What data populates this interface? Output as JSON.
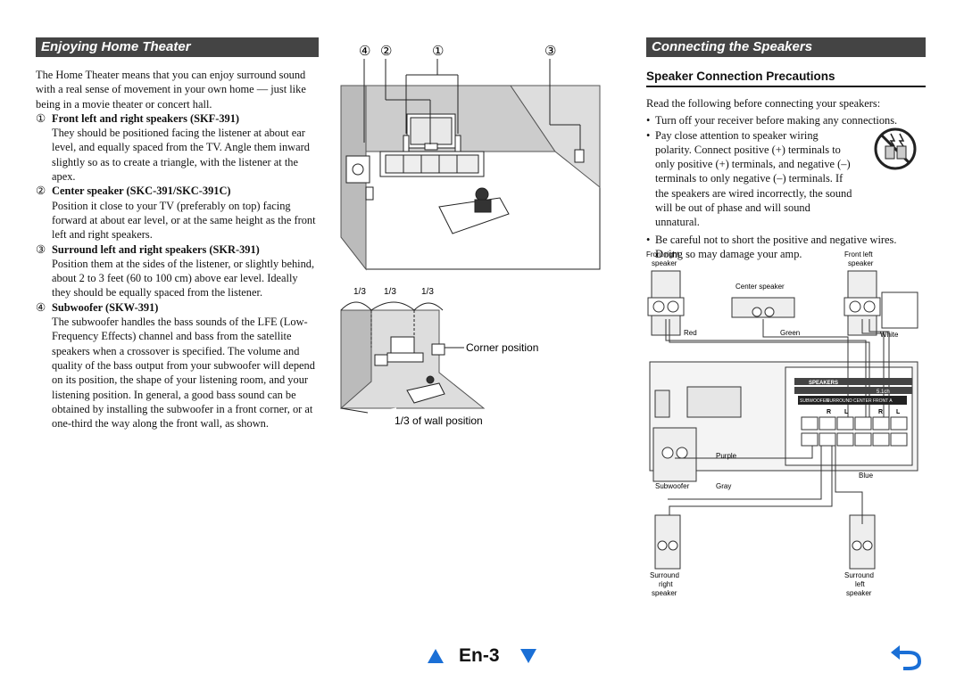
{
  "left": {
    "title": "Enjoying Home Theater",
    "intro": "The Home Theater means that you can enjoy surround sound with a real sense of movement in your own home — just like being in a movie theater or concert hall.",
    "items": [
      {
        "num": "①",
        "heading": "Front left and right speakers (SKF-391)",
        "body": "They should be positioned facing the listener at about ear level, and equally spaced from the TV. Angle them inward slightly so as to create a triangle, with the listener at the apex."
      },
      {
        "num": "②",
        "heading": "Center speaker (SKC-391/SKC-391C)",
        "body": "Position it close to your TV (preferably on top) facing forward at about ear level, or at the same height as the front left and right speakers."
      },
      {
        "num": "③",
        "heading": "Surround left and right speakers (SKR-391)",
        "body": "Position them at the sides of the listener, or slightly behind, about 2 to 3 feet (60 to 100 cm) above ear level. Ideally they should be equally spaced from the listener."
      },
      {
        "num": "④",
        "heading": "Subwoofer (SKW-391)",
        "body": "The subwoofer handles the bass sounds of the LFE (Low-Frequency Effects) channel and bass from the satellite speakers when a crossover is specified. The volume and quality of the bass output from your subwoofer will depend on its position, the shape of your listening room, and your listening position. In general, a good bass sound can be obtained by installing the subwoofer in a front corner, or at one-third the way along the front wall, as shown."
      }
    ]
  },
  "middle": {
    "callouts": [
      "④",
      "②",
      "①",
      "③"
    ],
    "fractions": [
      "1/3",
      "1/3",
      "1/3"
    ],
    "corner_label": "Corner position",
    "wall_label": "1/3 of wall position"
  },
  "right": {
    "title": "Connecting the Speakers",
    "subtitle": "Speaker Connection Precautions",
    "lead": "Read the following before connecting your speakers:",
    "bullets": [
      "Turn off your receiver before making any connections.",
      "Pay close attention to speaker wiring polarity. Connect positive (+) terminals to only positive (+) terminals, and negative (–) terminals to only negative (–) terminals. If the speakers are wired incorrectly, the sound will be out of phase and will sound unnatural.",
      "Be careful not to short the positive and negative wires. Doing so may damage your amp."
    ],
    "diagram": {
      "front_right": [
        "Front right",
        "speaker"
      ],
      "front_left": [
        "Front left",
        "speaker"
      ],
      "center": "Center speaker",
      "red": "Red",
      "green": "Green",
      "white": "White",
      "purple": "Purple",
      "subwoofer": "Subwoofer",
      "gray": "Gray",
      "blue": "Blue",
      "surround_right": [
        "Surround",
        "right",
        "speaker"
      ],
      "surround_left": [
        "Surround",
        "left",
        "speaker"
      ],
      "panel_title": "SPEAKERS",
      "panel_ch": "5.1ch",
      "panel_cols": [
        "SUBWOOFER",
        "SURROUND",
        "CENTER",
        "FRONT A"
      ],
      "panel_rl": [
        "R",
        "L",
        "R",
        "L"
      ]
    }
  },
  "footer": {
    "page": "En-3"
  },
  "colors": {
    "bar": "#444444",
    "nav": "#1a6fd6"
  }
}
